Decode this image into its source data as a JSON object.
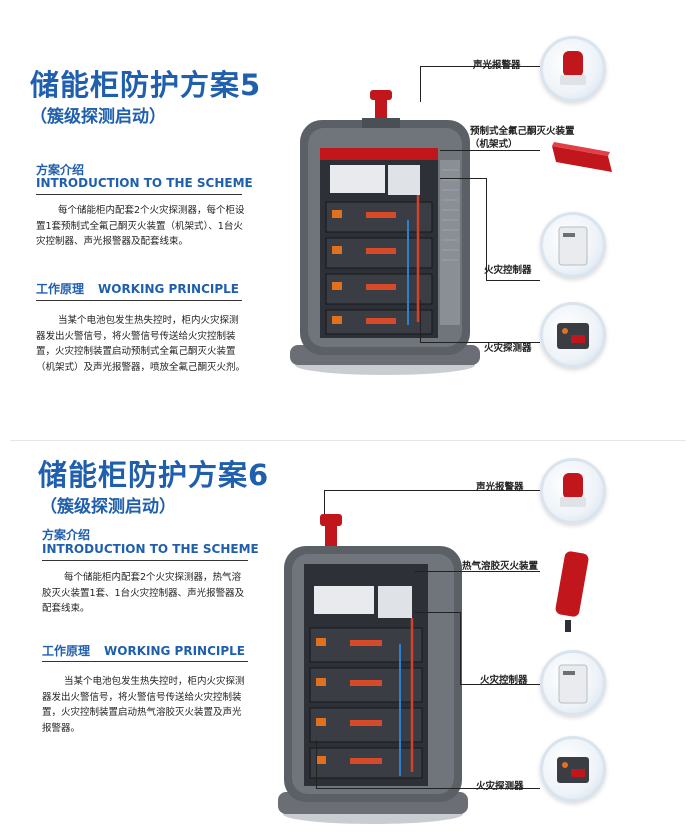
{
  "section5": {
    "title": "储能柜防护方案5",
    "subtitle": "（簇级探测启动）",
    "intro_heading_cn": "方案介绍",
    "intro_heading_en": "INTRODUCTION TO THE SCHEME",
    "intro_lines": [
      "每个储能柜内配套2个火灾探测器，每个柜设",
      "置1套预制式全氟己酮灭火装置（机架式）、1台火",
      "灾控制器、声光报警器及配套线束。"
    ],
    "principle_heading_cn": "工作原理",
    "principle_heading_en": "WORKING PRINCIPLE",
    "principle_lines": [
      "当某个电池包发生热失控时，柜内火灾探测",
      "器发出火警信号，将火警信号传送给火灾控制装",
      "置，火灾控制装置启动预制式全氟己酮灭火装置",
      "（机架式）及声光报警器，喷放全氟己酮灭火剂。"
    ],
    "callouts": {
      "alarm": "声光报警器",
      "extinguisher_line1": "预制式全氟己酮灭火装置",
      "extinguisher_line2": "（机架式）",
      "controller": "火灾控制器",
      "detector": "火灾探测器"
    }
  },
  "section6": {
    "title": "储能柜防护方案6",
    "subtitle": "（簇级探测启动）",
    "intro_heading_cn": "方案介绍",
    "intro_heading_en": "INTRODUCTION TO THE SCHEME",
    "intro_lines": [
      "每个储能柜内配套2个火灾探测器，热气溶",
      "胶灭火装置1套、1台火灾控制器、声光报警器及",
      "配套线束。"
    ],
    "principle_heading_cn": "工作原理",
    "principle_heading_en": "WORKING PRINCIPLE",
    "principle_lines": [
      "当某个电池包发生热失控时，柜内火灾探测",
      "器发出火警信号，将火警信号传送给火灾控制装",
      "置，火灾控制装置启动热气溶胶灭火装置及声光",
      "报警器。"
    ],
    "callouts": {
      "alarm": "声光报警器",
      "extinguisher": "热气溶胶灭火装置",
      "controller": "火灾控制器",
      "detector": "火灾探测器"
    }
  },
  "colors": {
    "accent": "#1f5fad",
    "alarm_red": "#c0161c",
    "cabinet_gray": "#5b5f66"
  }
}
